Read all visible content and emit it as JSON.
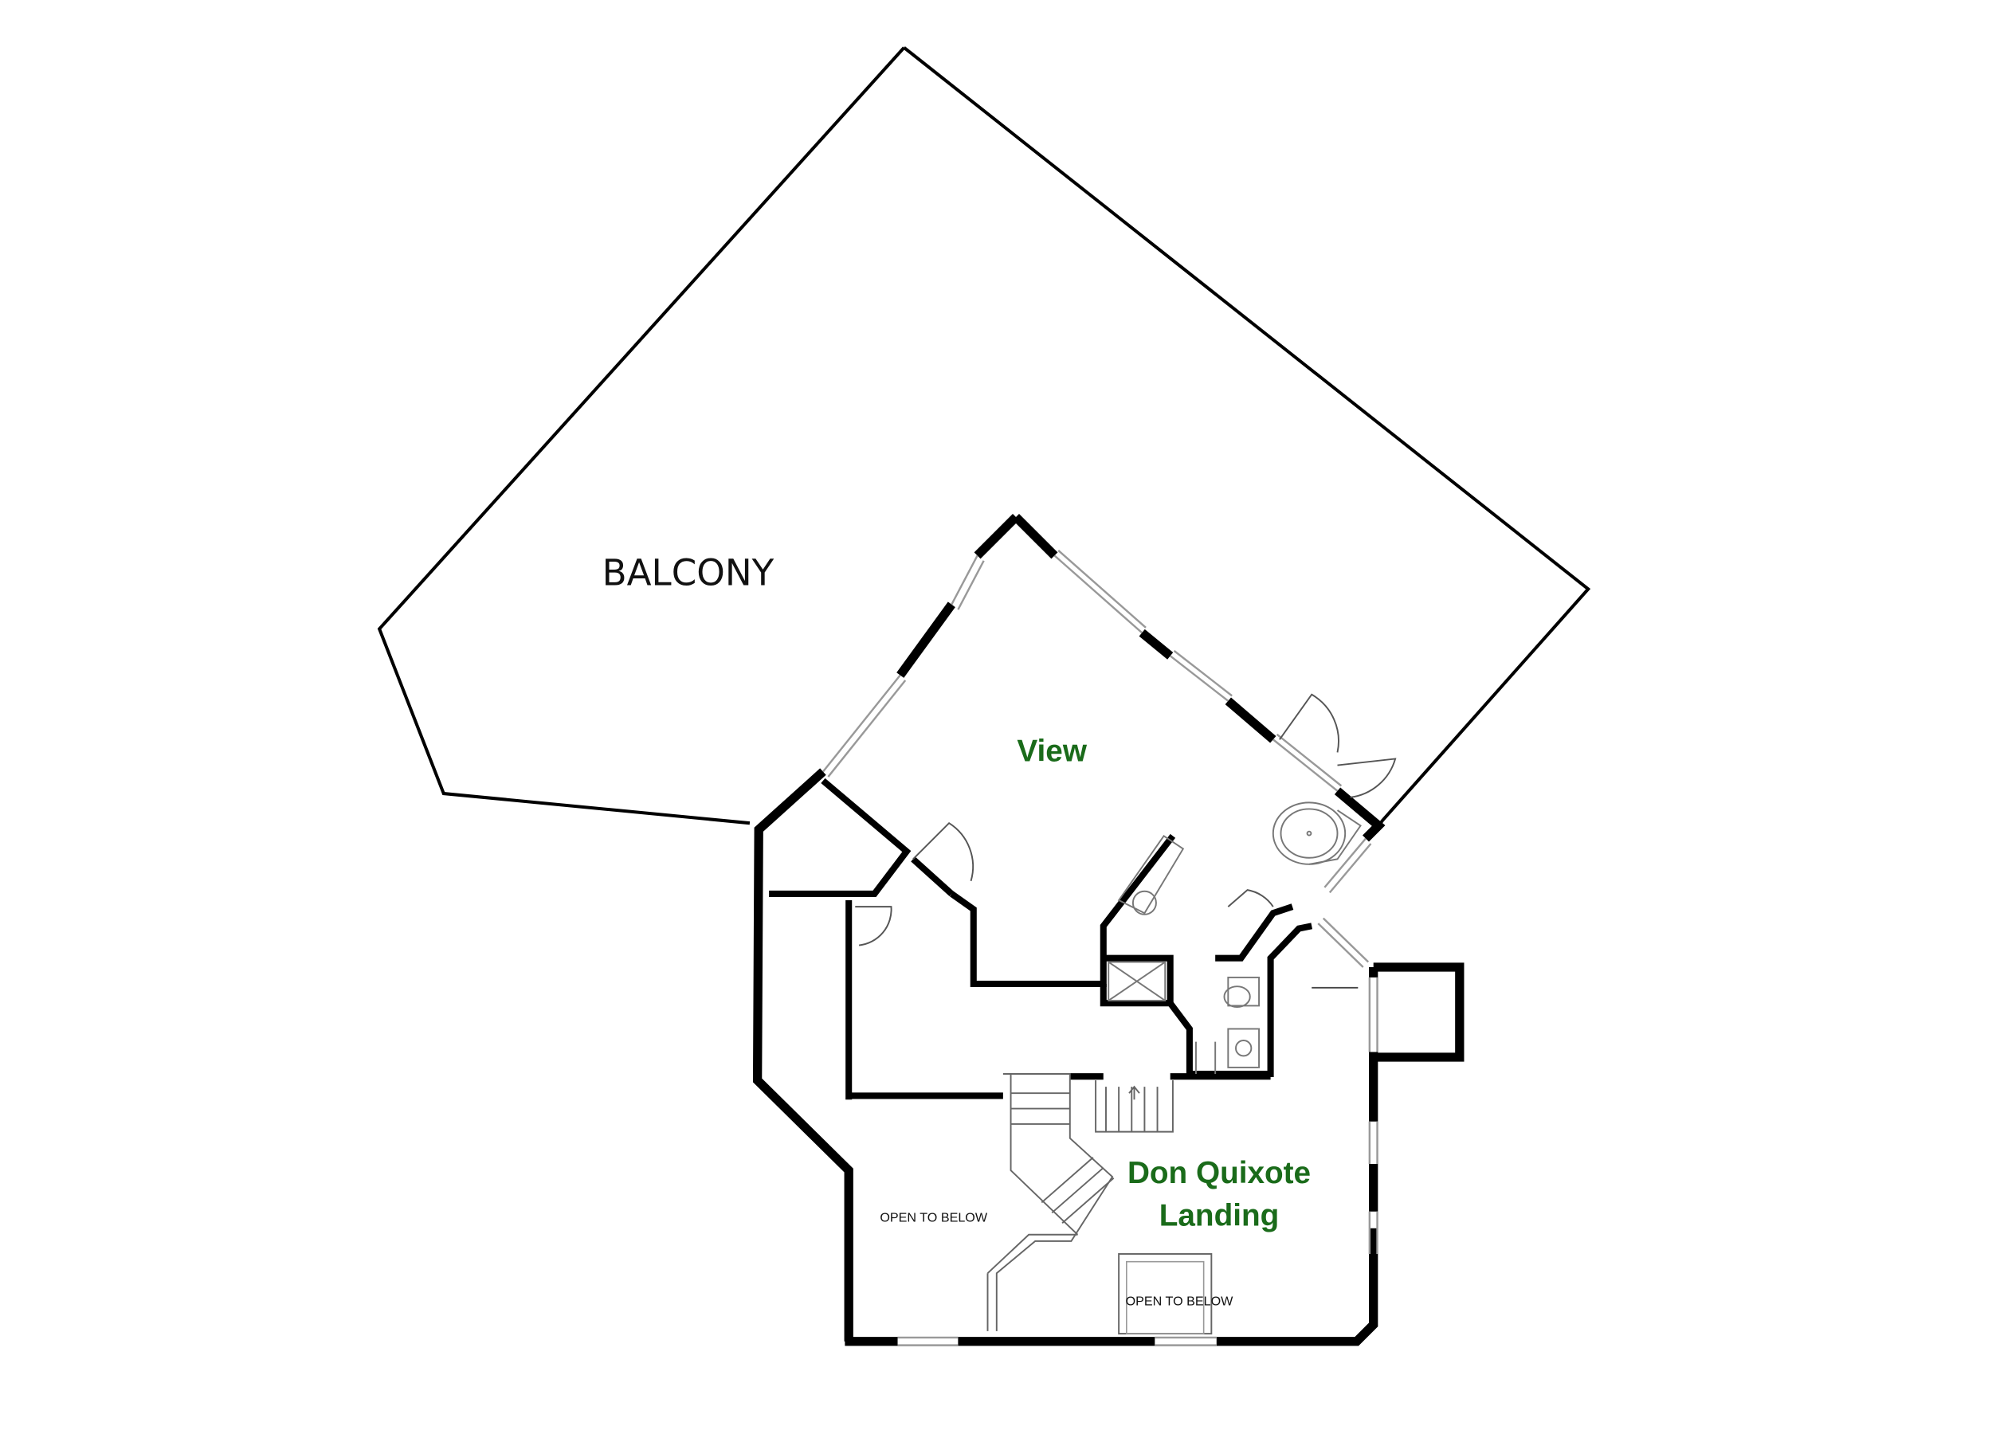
{
  "labels": {
    "balcony": "BALCONY",
    "view": "View",
    "landing_line1": "Don Quixote",
    "landing_line2": "Landing",
    "open_below_left": "OPEN TO BELOW",
    "open_below_right": "OPEN TO BELOW"
  },
  "colors": {
    "wall": "#000000",
    "room_label": "#1a6b1a",
    "fixture": "#777777",
    "background": "#ffffff"
  }
}
